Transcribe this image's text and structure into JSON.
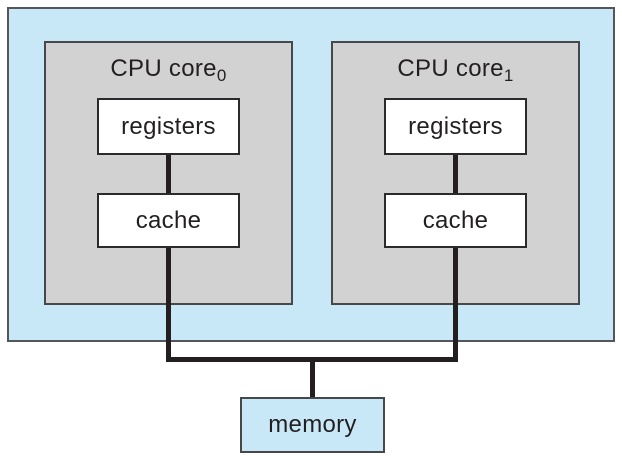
{
  "diagram": {
    "description": "Dual-core CPU chip with per-core registers and cache connected to shared memory",
    "chip": {
      "cores": [
        {
          "title_text": "CPU core",
          "title_subscript": "0",
          "registers_label": "registers",
          "cache_label": "cache"
        },
        {
          "title_text": "CPU core",
          "title_subscript": "1",
          "registers_label": "registers",
          "cache_label": "cache"
        }
      ]
    },
    "memory": {
      "label": "memory"
    },
    "colors": {
      "chip_fill": "#c9e8f7",
      "core_fill": "#d2d2d3",
      "component_fill": "#ffffff",
      "memory_fill": "#c9e8f7",
      "thin_border": "#48484a",
      "bus_line": "#231f20",
      "text": "#231f20"
    }
  }
}
